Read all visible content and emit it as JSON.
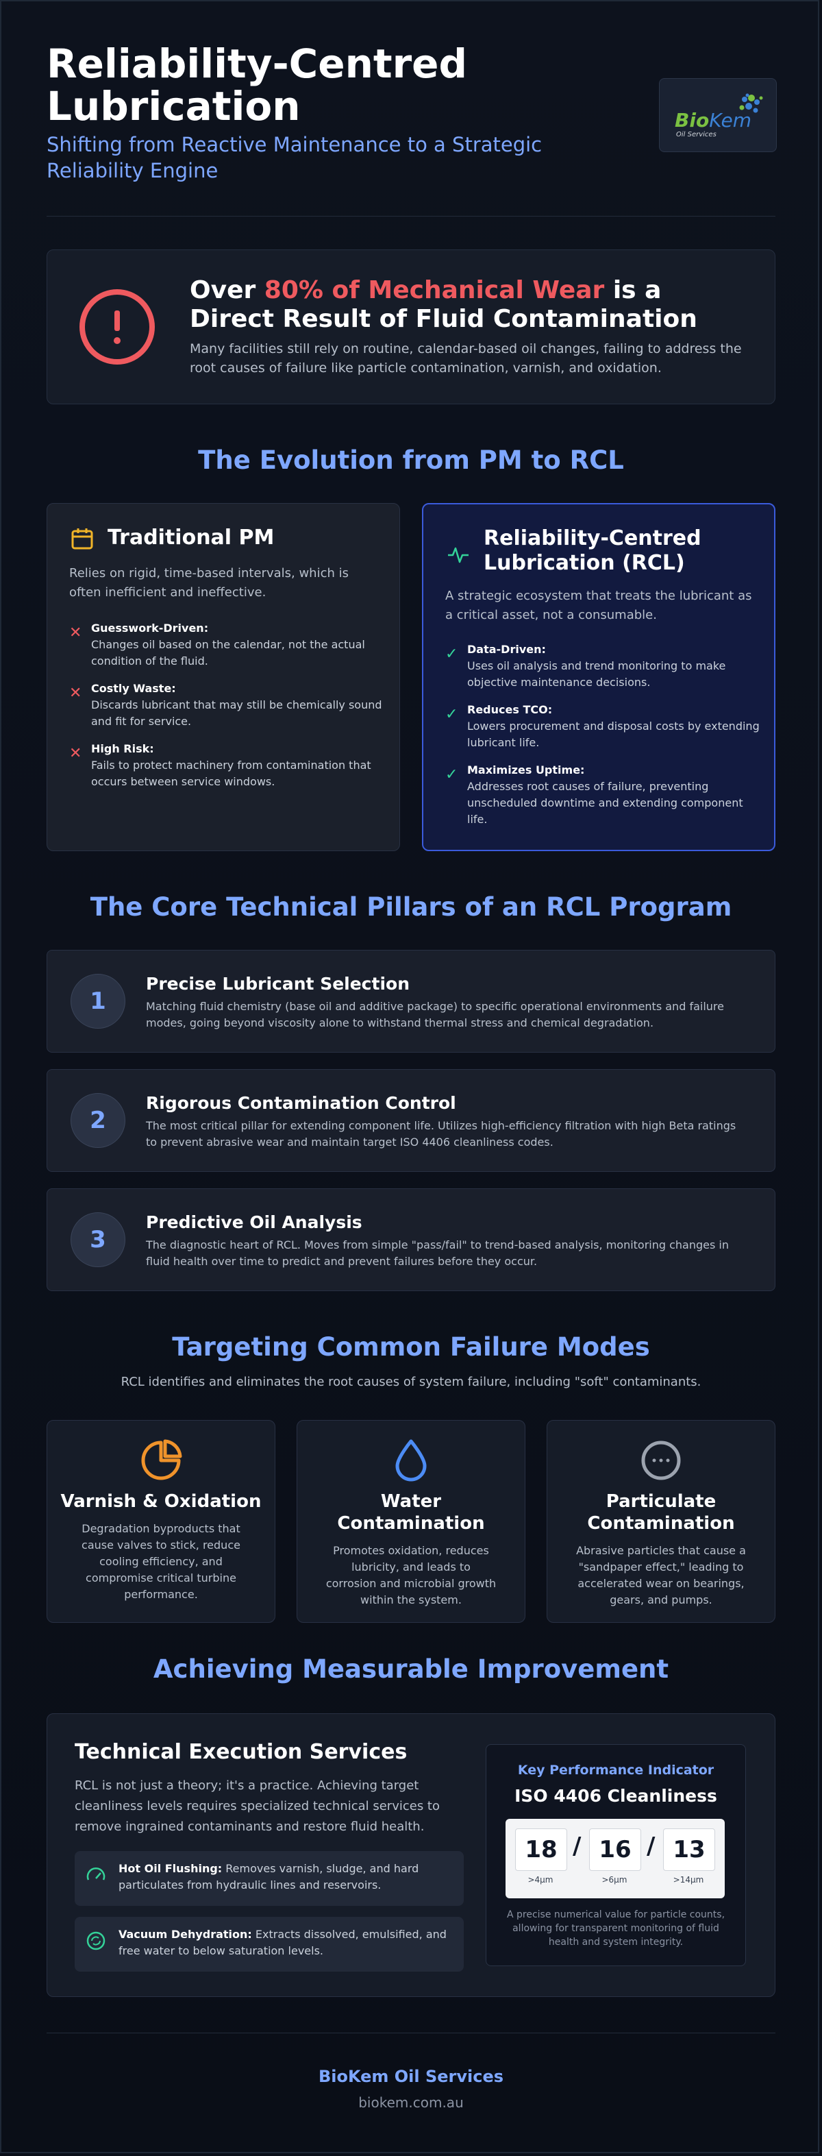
{
  "header": {
    "title": "Reliability-Centred Lubrication",
    "subtitle": "Shifting from Reactive Maintenance to a Strategic Reliability Engine",
    "logo": {
      "brand_a": "Bio",
      "brand_b": "Kem",
      "tagline": "Oil Services"
    }
  },
  "alert": {
    "lead": "Over ",
    "highlight": "80% of Mechanical Wear",
    "rest": " is a Direct Result of Fluid Contamination",
    "body": "Many facilities still rely on routine, calendar-based oil changes, failing to address the root causes of failure like particle contamination, varnish, and oxidation.",
    "icon": "exclamation-circle-icon",
    "color": "#ef5a5f"
  },
  "evolution": {
    "title": "The Evolution from PM to RCL",
    "pm": {
      "title": "Traditional PM",
      "icon": "calendar-icon",
      "intro": "Relies on rigid, time-based intervals, which is often inefficient and ineffective.",
      "points": [
        {
          "title": "Guesswork-Driven:",
          "desc": "Changes oil based on the calendar, not the actual condition of the fluid."
        },
        {
          "title": "Costly Waste:",
          "desc": "Discards lubricant that may still be chemically sound and fit for service."
        },
        {
          "title": "High Risk:",
          "desc": "Fails to protect machinery from contamination that occurs between service windows."
        }
      ]
    },
    "rcl": {
      "title": "Reliability-Centred Lubrication (RCL)",
      "icon": "pulse-icon",
      "intro": "A strategic ecosystem that treats the lubricant as a critical asset, not a consumable.",
      "points": [
        {
          "title": "Data-Driven:",
          "desc": "Uses oil analysis and trend monitoring to make objective maintenance decisions."
        },
        {
          "title": "Reduces TCO:",
          "desc": "Lowers procurement and disposal costs by extending lubricant life."
        },
        {
          "title": "Maximizes Uptime:",
          "desc": "Addresses root causes of failure, preventing unscheduled downtime and extending component life."
        }
      ]
    }
  },
  "pillars": {
    "title": "The Core Technical Pillars of an RCL Program",
    "items": [
      {
        "num": "1",
        "title": "Precise Lubricant Selection",
        "desc": "Matching fluid chemistry (base oil and additive package) to specific operational environments and failure modes, going beyond viscosity alone to withstand thermal stress and chemical degradation."
      },
      {
        "num": "2",
        "title": "Rigorous Contamination Control",
        "desc": "The most critical pillar for extending component life. Utilizes high-efficiency filtration with high Beta ratings to prevent abrasive wear and maintain target ISO 4406 cleanliness codes."
      },
      {
        "num": "3",
        "title": "Predictive Oil Analysis",
        "desc": "The diagnostic heart of RCL. Moves from simple \"pass/fail\" to trend-based analysis, monitoring changes in fluid health over time to predict and prevent failures before they occur."
      }
    ]
  },
  "failure_modes": {
    "title": "Targeting Common Failure Modes",
    "lead": "RCL identifies and eliminates the root causes of system failure, including \"soft\" contaminants.",
    "items": [
      {
        "title": "Varnish & Oxidation",
        "icon": "pie-chart-icon",
        "color": "#f0932b",
        "desc": "Degradation byproducts that cause valves to stick, reduce cooling efficiency, and compromise critical turbine performance."
      },
      {
        "title": "Water Contamination",
        "icon": "droplet-icon",
        "color": "#4c8cf5",
        "desc": "Promotes oxidation, reduces lubricity, and leads to corrosion and microbial growth within the system."
      },
      {
        "title": "Particulate Contamination",
        "icon": "dots-circle-icon",
        "color": "#9ca3af",
        "desc": "Abrasive particles that cause a \"sandpaper effect,\" leading to accelerated wear on bearings, gears, and pumps."
      }
    ]
  },
  "improvement": {
    "title": "Achieving Measurable Improvement",
    "services_title": "Technical Execution Services",
    "services_intro": "RCL is not just a theory; it's a practice. Achieving target cleanliness levels requires specialized technical services to remove ingrained contaminants and restore fluid health.",
    "services": [
      {
        "name": "Hot Oil Flushing:",
        "desc": " Removes varnish, sludge, and hard particulates from hydraulic lines and reservoirs.",
        "icon": "gauge-icon"
      },
      {
        "name": "Vacuum Dehydration:",
        "desc": " Extracts dissolved, emulsified, and free water to below saturation levels.",
        "icon": "recycle-icon"
      }
    ],
    "kpi": {
      "label": "Key Performance Indicator",
      "value": "ISO 4406 Cleanliness",
      "codes": [
        {
          "code": "18",
          "size": ">4μm"
        },
        {
          "code": "16",
          "size": ">6μm"
        },
        {
          "code": "13",
          "size": ">14μm"
        }
      ],
      "separator": "/",
      "note": "A precise numerical value for particle counts, allowing for transparent monitoring of fluid health and system integrity."
    }
  },
  "footer": {
    "company": "BioKem Oil Services",
    "url": "biokem.com.au"
  }
}
